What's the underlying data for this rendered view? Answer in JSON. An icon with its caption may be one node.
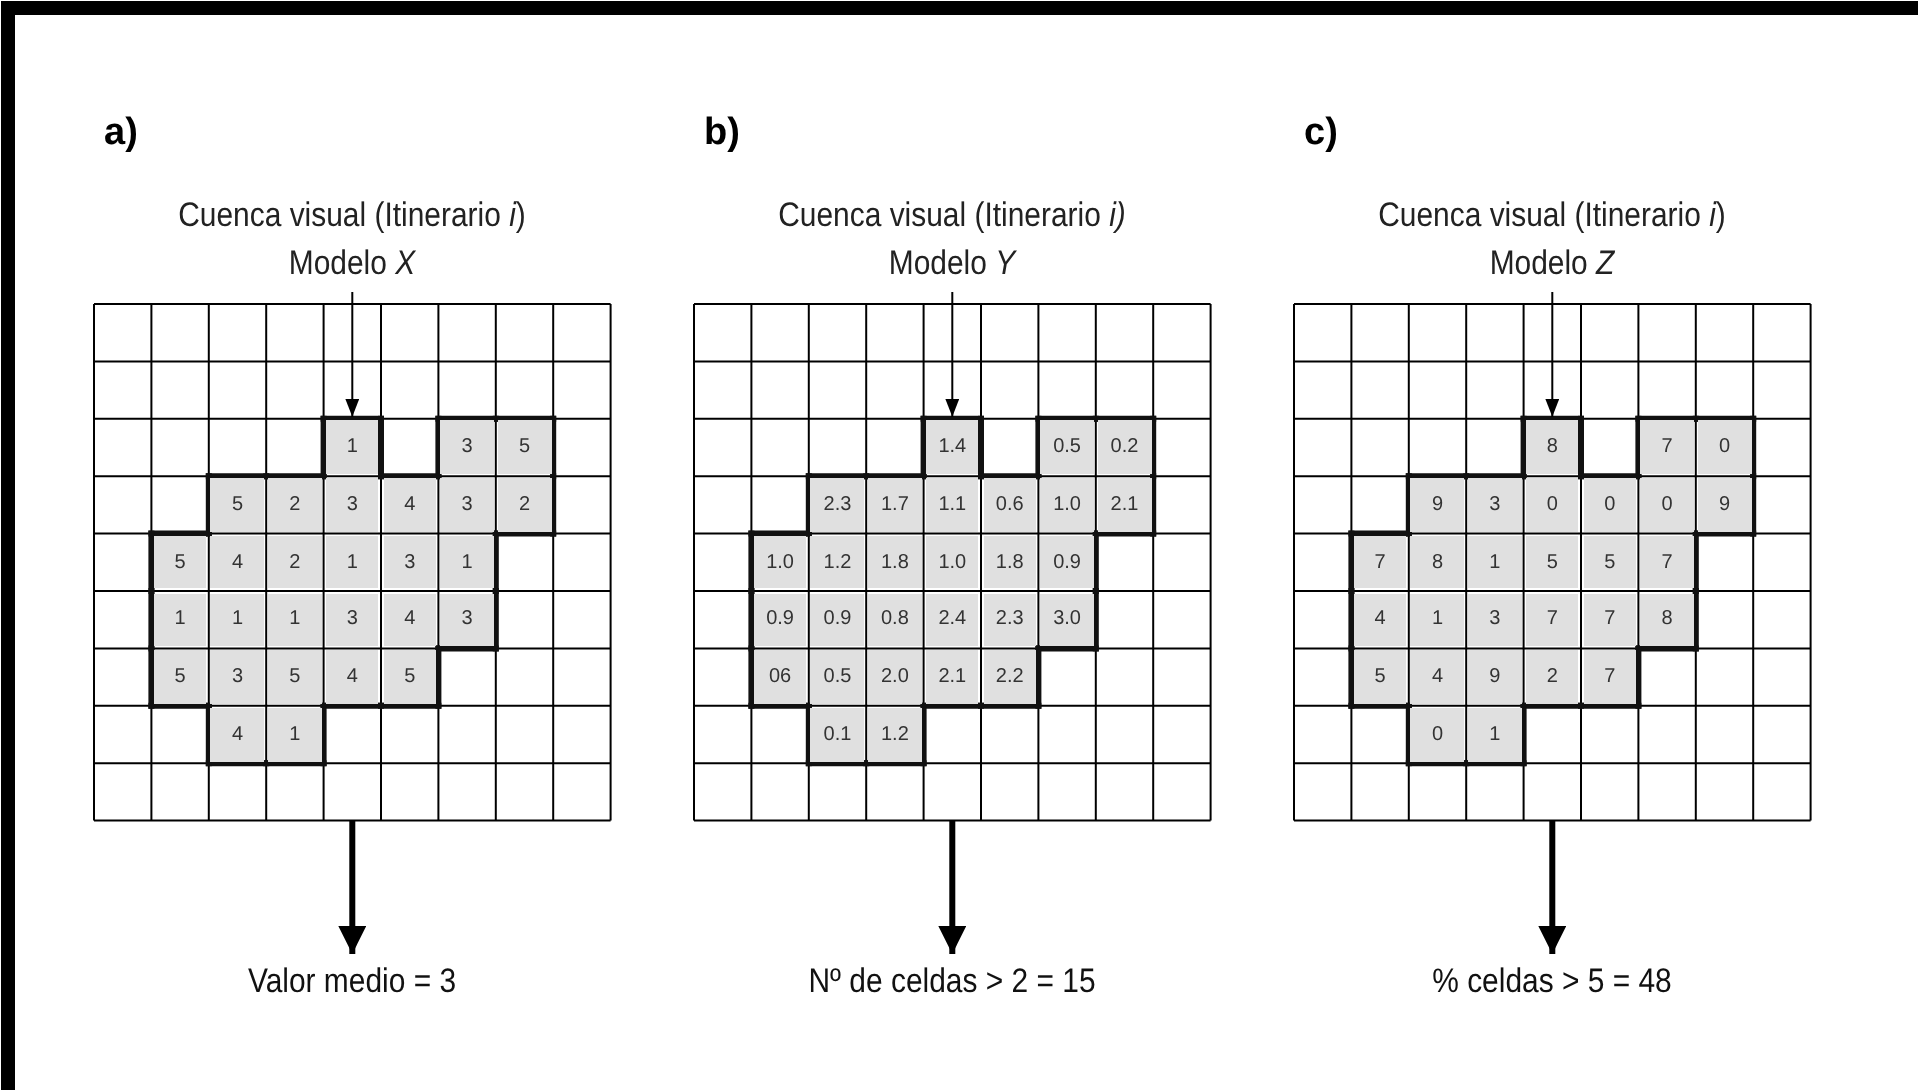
{
  "diagram": {
    "nodes": [
      {
        "text": [
          "Cuenca visual (Itinerario *i*)",
          "Modelo *X*"
        ]
      },
      {
        "text": [
          "1",
          "3",
          "5",
          "5",
          "2",
          "3",
          "4",
          "3",
          "2",
          "5",
          "4",
          "2",
          "1",
          "3",
          "1",
          "1",
          "1",
          "1",
          "3",
          "4",
          "3",
          "5",
          "3",
          "5",
          "4",
          "5",
          "4",
          "1"
        ]
      },
      {
        "text": [
          "Valor medio = 3"
        ]
      },
      {
        "text": [
          "Cuenca visual (Itinerario *i)*",
          "Modelo *Y*"
        ]
      },
      {
        "text": [
          "1.4",
          "0.5",
          "0.2",
          "2.3",
          "1.7",
          "1.1",
          "0.6",
          "1.0",
          "2.1",
          "1.0",
          "1.2",
          "1.8",
          "1.0",
          "1.8",
          "0.9",
          "0.9",
          "0.9",
          "0.8",
          "2.4",
          "2.3",
          "3.0",
          "06",
          "0.5",
          "2.0",
          "2.1",
          "2.2",
          "0.1",
          "1.2"
        ]
      },
      {
        "text": [
          "Nº de celdas > 2 = 15"
        ]
      },
      {
        "text": [
          "Cuenca visual (Itinerario *i*)",
          "Modelo *Z*"
        ]
      },
      {
        "text": [
          "8",
          "7",
          "0",
          "9",
          "3",
          "0",
          "0",
          "0",
          "9",
          "7",
          "8",
          "1",
          "5",
          "5",
          "7",
          "4",
          "1",
          "3",
          "7",
          "7",
          "8",
          "5",
          "4",
          "9",
          "2",
          "7",
          "0",
          "1"
        ]
      },
      {
        "text": [
          "% celdas > 5 = 48"
        ]
      }
    ],
    "edges": [
      {
        "from": 0,
        "to": 1,
        "arrow": "to"
      },
      {
        "from": 1,
        "to": 2,
        "arrow": "to",
        "style": "thick"
      },
      {
        "from": 3,
        "to": 4,
        "arrow": "to"
      },
      {
        "from": 4,
        "to": 5,
        "arrow": "to",
        "style": "thick"
      },
      {
        "from": 6,
        "to": 7,
        "arrow": "to"
      },
      {
        "from": 7,
        "to": 8,
        "arrow": "to",
        "style": "thick"
      }
    ],
    "labels": [
      "a)",
      "b)",
      "c)"
    ]
  }
}
